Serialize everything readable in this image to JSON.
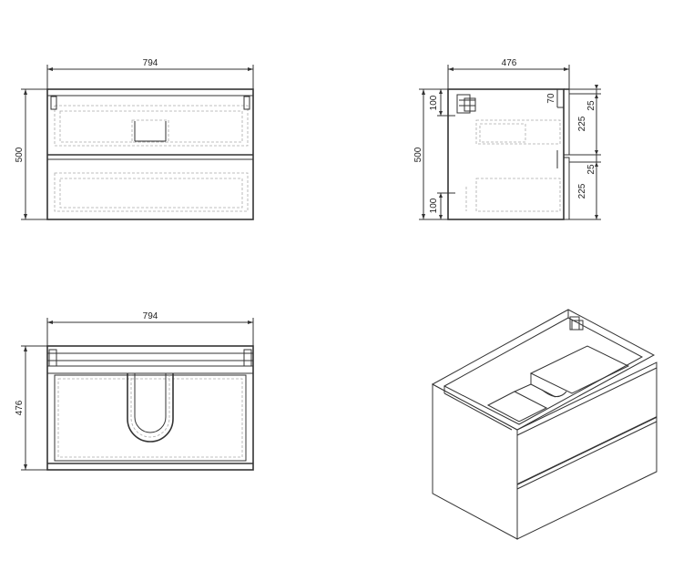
{
  "front_view": {
    "width_dim": "794",
    "height_dim": "500"
  },
  "side_view": {
    "depth_dim": "476",
    "height_dim": "500",
    "top_offset_dim": "100",
    "bottom_offset_dim": "100",
    "cutout_dim": "70",
    "gap_top_dim": "25",
    "drawer_top_dim": "225",
    "gap_mid_dim": "25",
    "drawer_bottom_dim": "225"
  },
  "top_view": {
    "width_dim": "794",
    "depth_dim": "476"
  }
}
